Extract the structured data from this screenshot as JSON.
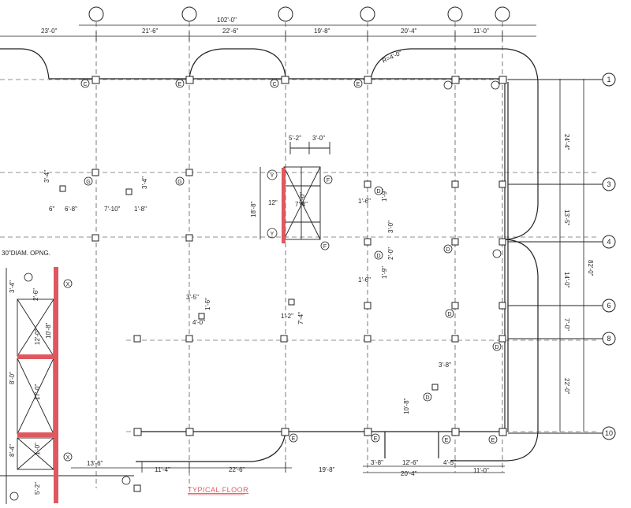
{
  "title": "TYPICAL FLOOR",
  "colors": {
    "ink": "#222222",
    "highlight": "#e0585f",
    "paper": "#ffffff"
  },
  "overall_dimensions": {
    "width_top": "102'-0\"",
    "depth_right": "82'-0\""
  },
  "top_bay_dimensions": [
    "23'-0\"",
    "21'-6\"",
    "22'-6\"",
    "19'-8\"",
    "20'-4\"",
    "11'-0\""
  ],
  "right_bay_dimensions": [
    "24'-4\"",
    "13'-5\"",
    "14'-0\"",
    "7'-0\"",
    "22'-0\""
  ],
  "bottom_dimensions": [
    "13'-6\"",
    "11'-4\"",
    "22'-6\"",
    "19'-8\"",
    "3'-8\"",
    "12'-6\"",
    "4'-5\"",
    "20'-4\"",
    "11'-0\""
  ],
  "grid_labels_right": [
    "1",
    "3",
    "4",
    "6",
    "8",
    "10"
  ],
  "column_marks": [
    "C",
    "E",
    "C",
    "E",
    "G",
    "G",
    "D",
    "D",
    "D",
    "D",
    "D",
    "D",
    "E",
    "E",
    "E",
    "E",
    "F",
    "F",
    "Y",
    "Y",
    "X",
    "X"
  ],
  "notes": {
    "opening": "30\"DIAM. OPNG.",
    "radius": "R=4'-0\"",
    "stair_top": [
      "5'-2\"",
      "3'-0\""
    ],
    "stair_left": [
      "18'-8\"",
      "12\"",
      "7'-4\"",
      "6'-0\""
    ],
    "col_group_left": [
      "3'-4\"",
      "6\"",
      "6'-8\"",
      "7'-10\"",
      "1'-8\"",
      "3'-4\""
    ],
    "col_group_center": [
      "3'-5\"",
      "1'-6\"",
      "4'-0\"",
      "7'-4\"",
      "1'-2\""
    ],
    "col_group_right": [
      "1'-6\"",
      "1'-9\"",
      "3'-0\"",
      "1'-6\"",
      "1'-9\"",
      "2'-0\""
    ],
    "misc_right": [
      "3'-8\"",
      "10'-8\""
    ],
    "misc_left": [
      "3'-4\"",
      "12'-0\"",
      "10'-8\"",
      "2'-6\"",
      "17'-0\"",
      "8'-0\"",
      "8'-4\"",
      "5'-2\"",
      "1'-0\""
    ]
  }
}
